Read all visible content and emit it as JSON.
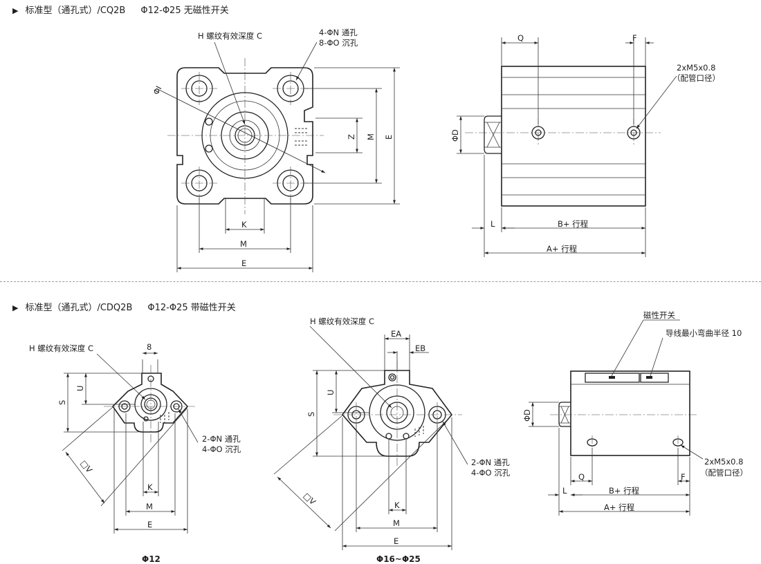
{
  "sections": [
    {
      "series": "标准型（通孔式）/CQ2B",
      "range": "Φ12-Φ25 无磁性开关"
    },
    {
      "series": "标准型（通孔式）/CDQ2B",
      "range": "Φ12-Φ25 带磁性开关"
    }
  ],
  "labels": {
    "thread_depth": "H 螺纹有效深度 C",
    "through_hole_4": "4-ΦN 通孔",
    "counterbore_8": "8-ΦO 沉孔",
    "through_hole_2": "2-ΦN 通孔",
    "counterbore_4": "4-ΦO 沉孔",
    "port": "2xM5x0.8",
    "port_note": "（配管口径）",
    "switch": "磁性开关",
    "bend_radius": "导线最小弯曲半径 10",
    "dim_I": "ΦI",
    "dim_D": "ΦD",
    "dim_Z": "Z",
    "dim_M": "M",
    "dim_E": "E",
    "dim_K": "K",
    "dim_Q": "Q",
    "dim_F": "F",
    "dim_L": "L",
    "dim_B": "B+ 行程",
    "dim_A": "A+ 行程",
    "dim_S": "S",
    "dim_U": "U",
    "dim_V": "□V",
    "dim_8": "8",
    "dim_EA": "EA",
    "dim_EB": "EB",
    "cap_12": "Φ12",
    "cap_16_25": "Φ16~Φ25"
  }
}
